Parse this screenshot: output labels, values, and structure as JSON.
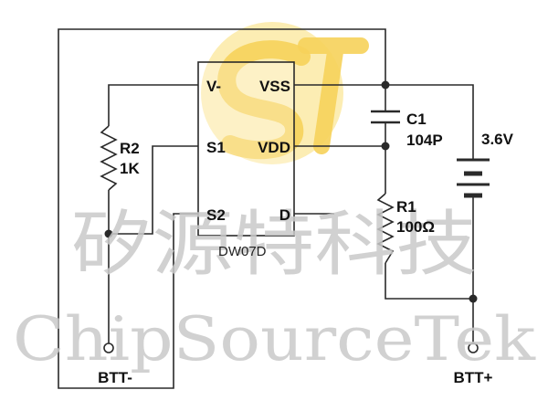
{
  "colors": {
    "logo": "#f7d96b",
    "wire": "#2a2a2a",
    "watermark": "#c9c9c9"
  },
  "logo": {
    "icon": "st-logo-icon"
  },
  "chip": {
    "name": "DW07D",
    "pins": {
      "vminus": "V-",
      "vss": "VSS",
      "s1": "S1",
      "vdd": "VDD",
      "s2": "S2",
      "d": "D"
    }
  },
  "components": {
    "r2": {
      "ref": "R2",
      "value": "1K"
    },
    "c1": {
      "ref": "C1",
      "value": "104P"
    },
    "r1": {
      "ref": "R1",
      "value": "100Ω"
    },
    "battery": {
      "value": "3.6V"
    }
  },
  "terminals": {
    "neg": "BTT-",
    "pos": "BTT+"
  },
  "watermark": {
    "chinese": "矽源特科技",
    "english": "ChipSourceTek"
  }
}
